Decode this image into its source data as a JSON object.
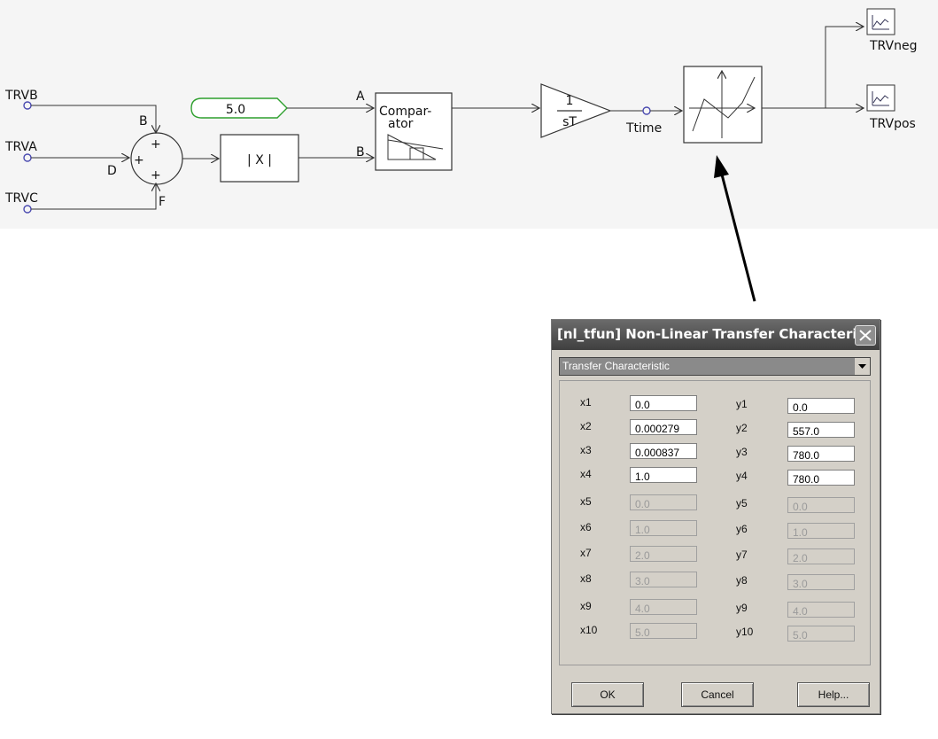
{
  "diagram": {
    "inputs": [
      "TRVB",
      "TRVA",
      "TRVC"
    ],
    "sum_ports": [
      "B",
      "D",
      "F"
    ],
    "sum_signs": [
      "+",
      "+",
      "+"
    ],
    "constant": "5.0",
    "abs_block": "| X |",
    "comparator": {
      "label": "Compar- ator",
      "ports": [
        "A",
        "B"
      ]
    },
    "integrator": {
      "numerator": "1",
      "denominator": "sT"
    },
    "node_label": "Ttime",
    "outputs": [
      "TRVneg",
      "TRVpos"
    ]
  },
  "dialog": {
    "title": "[nl_tfun] Non-Linear Transfer Characteri...",
    "dropdown": "Transfer Characteristic",
    "params": [
      {
        "x_label": "x1",
        "x": "0.0",
        "y_label": "y1",
        "y": "0.0",
        "enabled": true
      },
      {
        "x_label": "x2",
        "x": "0.000279",
        "y_label": "y2",
        "y": "557.0",
        "enabled": true
      },
      {
        "x_label": "x3",
        "x": "0.000837",
        "y_label": "y3",
        "y": "780.0",
        "enabled": true
      },
      {
        "x_label": "x4",
        "x": "1.0",
        "y_label": "y4",
        "y": "780.0",
        "enabled": true
      },
      {
        "x_label": "x5",
        "x": "0.0",
        "y_label": "y5",
        "y": "0.0",
        "enabled": false
      },
      {
        "x_label": "x6",
        "x": "1.0",
        "y_label": "y6",
        "y": "1.0",
        "enabled": false
      },
      {
        "x_label": "x7",
        "x": "2.0",
        "y_label": "y7",
        "y": "2.0",
        "enabled": false
      },
      {
        "x_label": "x8",
        "x": "3.0",
        "y_label": "y8",
        "y": "3.0",
        "enabled": false
      },
      {
        "x_label": "x9",
        "x": "4.0",
        "y_label": "y9",
        "y": "4.0",
        "enabled": false
      },
      {
        "x_label": "x10",
        "x": "5.0",
        "y_label": "y10",
        "y": "5.0",
        "enabled": false
      }
    ],
    "buttons": {
      "ok": "OK",
      "cancel": "Cancel",
      "help": "Help..."
    }
  }
}
